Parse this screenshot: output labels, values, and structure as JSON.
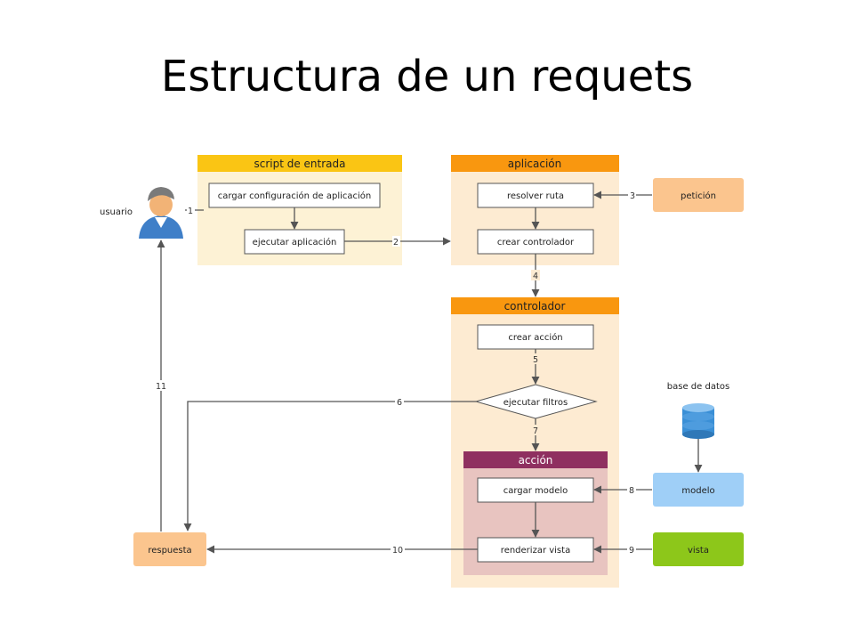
{
  "slide": {
    "title": "Estructura de un requets"
  },
  "diagram": {
    "groups": {
      "script": "script de entrada",
      "aplicacion": "aplicación",
      "controlador": "controlador",
      "accion": "acción"
    },
    "nodes": {
      "cargar_config": "cargar configuración de aplicación",
      "ejecutar_app": "ejecutar aplicación",
      "resolver_ruta": "resolver ruta",
      "crear_controlador": "crear controlador",
      "crear_accion": "crear acción",
      "ejecutar_filtros": "ejecutar filtros",
      "cargar_modelo": "cargar modelo",
      "renderizar_vista": "renderizar vista",
      "peticion": "petición",
      "modelo": "modelo",
      "vista": "vista",
      "respuesta": "respuesta",
      "usuario": "usuario",
      "base_datos": "base de datos"
    },
    "steps": [
      "1",
      "2",
      "3",
      "4",
      "5",
      "6",
      "7",
      "8",
      "9",
      "10",
      "11"
    ],
    "colors": {
      "group_header": "#f9970f",
      "group_bg": "#fdebd2",
      "script_header": "#fac514",
      "script_bg": "#fdf2d5",
      "accion_header": "#8f3060",
      "accion_bg": "#e8c4c0",
      "peticion": "#fbc58e",
      "modelo": "#9fcff7",
      "vista": "#8dc71a",
      "respuesta": "#fbc58e",
      "database": "#3a8fd6"
    }
  }
}
